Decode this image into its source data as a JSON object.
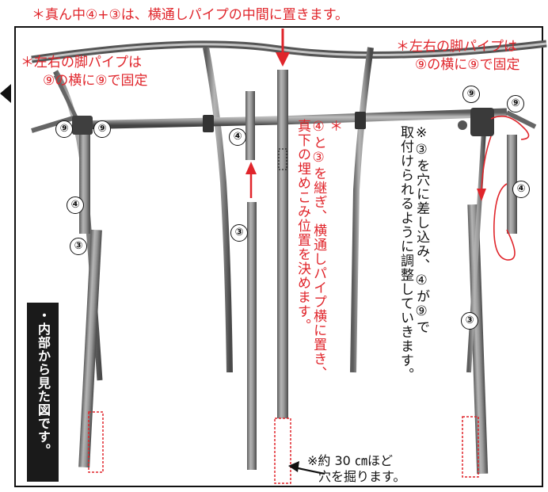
{
  "title_note": "＊真ん中④+③は、横通しパイプの中間に置きます。",
  "left_note": [
    "＊左右の脚パイプは",
    "⑨の横に⑨で固定"
  ],
  "right_note": [
    "＊左右の脚パイプは",
    "⑨の横に⑨で固定"
  ],
  "center_note": [
    "＊",
    "④と③を継ぎ、横通しパイプ横に置き、",
    "真下の埋めこみ位置を決めます。"
  ],
  "right_instruction": [
    "※③を穴に差し込み、④が⑨で",
    "取付けられるように調整していきます。"
  ],
  "bottom_note": [
    "※約 30 ㎝ほど",
    "穴を掘ります。"
  ],
  "side_label": "・内部から見た図です。",
  "part_labels": {
    "p9": "⑨",
    "p4": "④",
    "p3": "③"
  },
  "colors": {
    "annotation": "#e0252b",
    "pipe": "#8b8b8b",
    "label_box": "#1a1a1a"
  }
}
